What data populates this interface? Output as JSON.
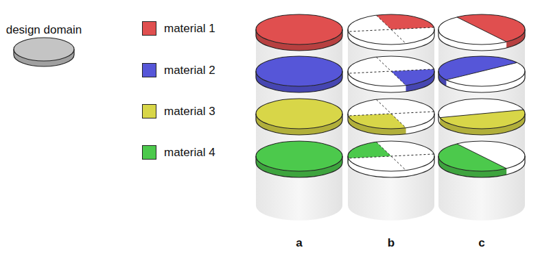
{
  "diagram": {
    "labels": [
      "design domain",
      "a",
      "b",
      "c"
    ],
    "legend": [
      {
        "text": "material 1",
        "color": "#e04f4f"
      },
      {
        "text": "material 2",
        "color": "#5656d8"
      },
      {
        "text": "material 3",
        "color": "#d8d648"
      },
      {
        "text": "material 4",
        "color": "#4cc94c"
      }
    ]
  }
}
